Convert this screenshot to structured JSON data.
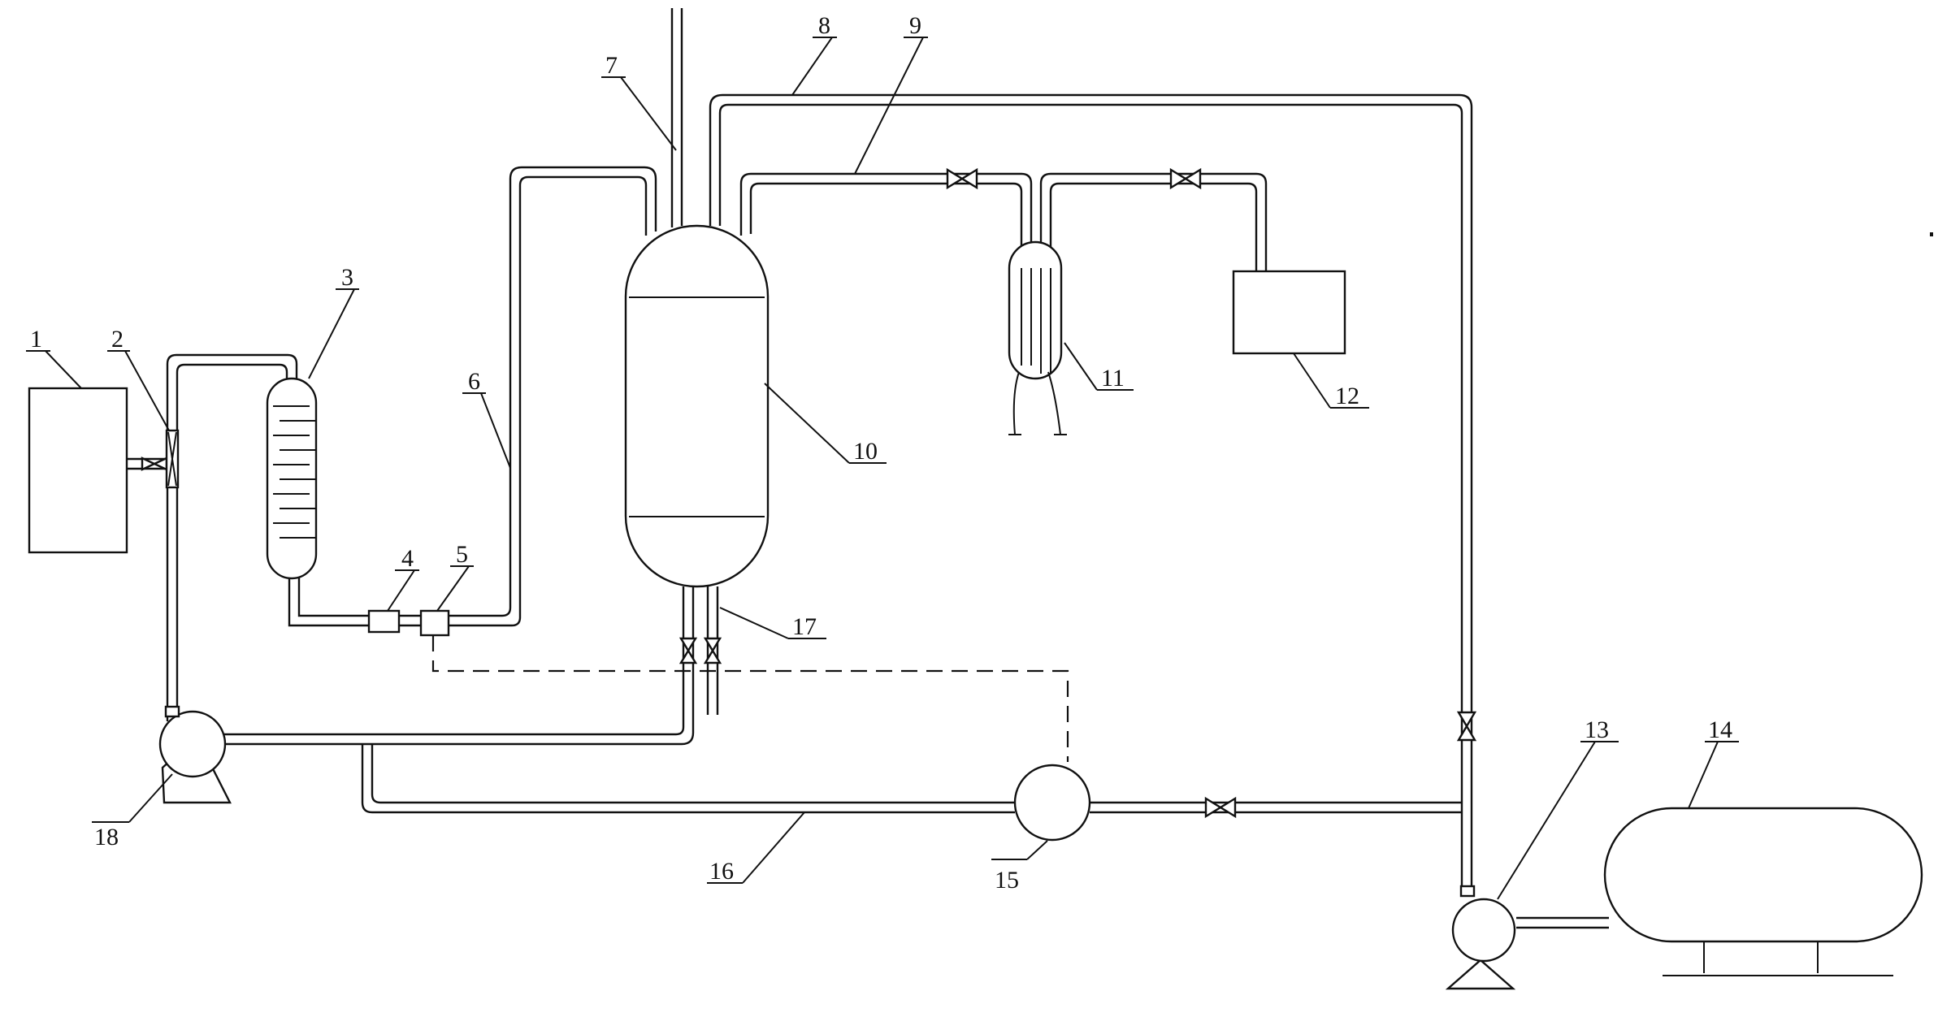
{
  "diagram": {
    "labels": [
      {
        "id": "label-1",
        "text": "1"
      },
      {
        "id": "label-2",
        "text": "2"
      },
      {
        "id": "label-3",
        "text": "3"
      },
      {
        "id": "label-4",
        "text": "4"
      },
      {
        "id": "label-5",
        "text": "5"
      },
      {
        "id": "label-6",
        "text": "6"
      },
      {
        "id": "label-7",
        "text": "7"
      },
      {
        "id": "label-8",
        "text": "8"
      },
      {
        "id": "label-9",
        "text": "9"
      },
      {
        "id": "label-10",
        "text": "10"
      },
      {
        "id": "label-11",
        "text": "11"
      },
      {
        "id": "label-12",
        "text": "12"
      },
      {
        "id": "label-13",
        "text": "13"
      },
      {
        "id": "label-14",
        "text": "14"
      },
      {
        "id": "label-15",
        "text": "15"
      },
      {
        "id": "label-16",
        "text": "16"
      },
      {
        "id": "label-17",
        "text": "17"
      },
      {
        "id": "label-18",
        "text": "18"
      }
    ],
    "colors": {
      "line": "#111111",
      "background": "#ffffff"
    }
  }
}
